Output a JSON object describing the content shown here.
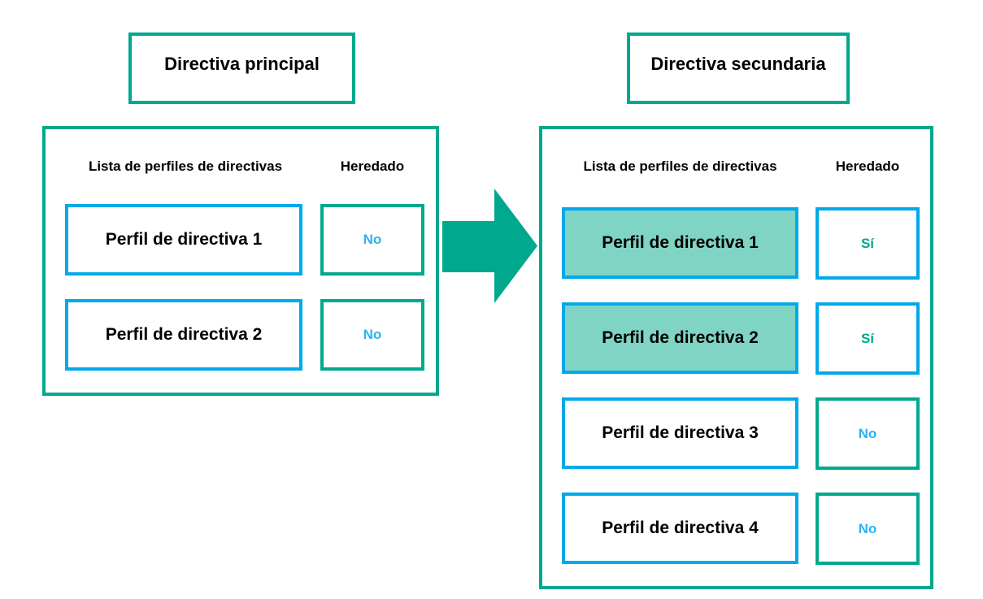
{
  "colors": {
    "teal": "#00a88e",
    "teal_fill": "#7fd4c4",
    "blue_border": "#00a9e9",
    "blue_text": "#29b3f0",
    "label_text": "#000000",
    "background": "#ffffff"
  },
  "main_policy": {
    "title": "Directiva principal",
    "list_header": "Lista de perfiles de directivas",
    "inherited_header": "Heredado",
    "rows": [
      {
        "profile": "Perfil de directiva 1",
        "inherited": "No",
        "highlighted": false
      },
      {
        "profile": "Perfil de directiva 2",
        "inherited": "No",
        "highlighted": false
      }
    ]
  },
  "secondary_policy": {
    "title": "Directiva secundaria",
    "list_header": "Lista de perfiles de directivas",
    "inherited_header": "Heredado",
    "rows": [
      {
        "profile": "Perfil de directiva 1",
        "inherited": "Sí",
        "highlighted": true
      },
      {
        "profile": "Perfil de directiva 2",
        "inherited": "Sí",
        "highlighted": true
      },
      {
        "profile": "Perfil de directiva 3",
        "inherited": "No",
        "highlighted": false
      },
      {
        "profile": "Perfil de directiva 4",
        "inherited": "No",
        "highlighted": false
      }
    ]
  },
  "arrow": {
    "name": "inheritance-arrow",
    "direction": "right",
    "color": "#00a88e"
  }
}
